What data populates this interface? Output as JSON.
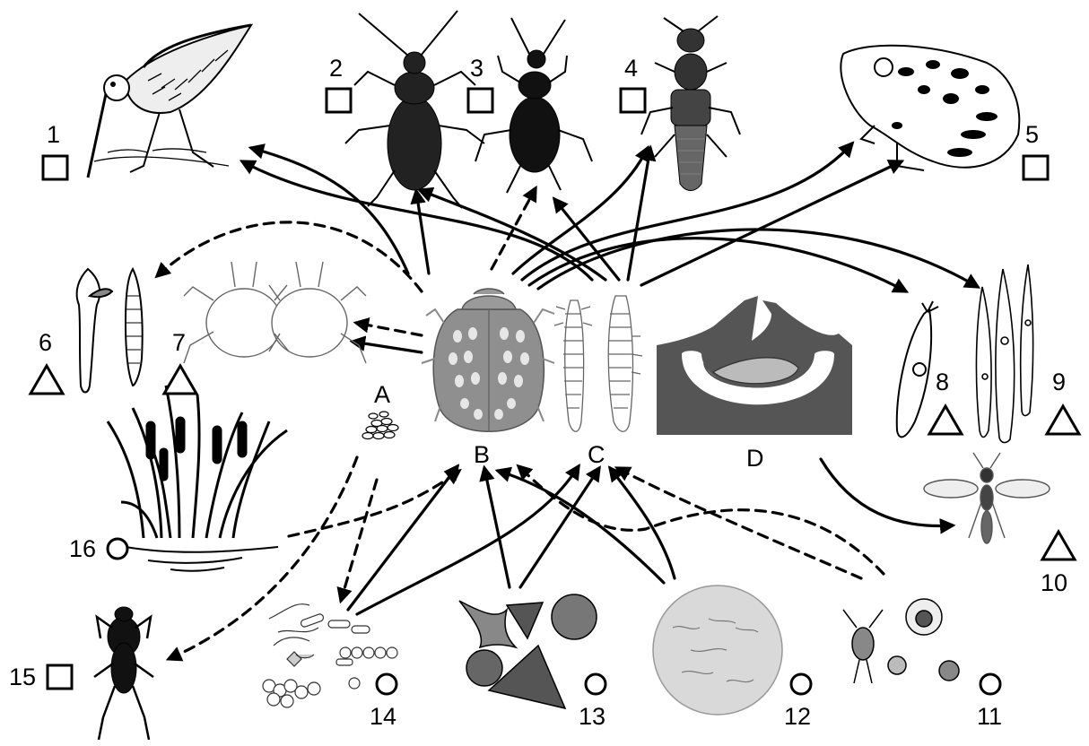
{
  "nodes": {
    "n1": {
      "label": "1",
      "symbol": "square",
      "depicts": "shorebird"
    },
    "n2": {
      "label": "2",
      "symbol": "square",
      "depicts": "ground-beetle"
    },
    "n3": {
      "label": "3",
      "symbol": "square",
      "depicts": "ground-beetle"
    },
    "n4": {
      "label": "4",
      "symbol": "square",
      "depicts": "rove-beetle"
    },
    "n5": {
      "label": "5",
      "symbol": "square",
      "depicts": "frog"
    },
    "n6": {
      "label": "6",
      "symbol": "triangle",
      "depicts": "gregarine"
    },
    "n7": {
      "label": "7",
      "symbol": "triangle",
      "depicts": "mite"
    },
    "n8": {
      "label": "8",
      "symbol": "triangle",
      "depicts": "gregarine"
    },
    "n9": {
      "label": "9",
      "symbol": "triangle",
      "depicts": "gregarines"
    },
    "n10": {
      "label": "10",
      "symbol": "triangle",
      "depicts": "parasitoid-wasp"
    },
    "n11": {
      "label": "11",
      "symbol": "circle",
      "depicts": "zooplankton"
    },
    "n12": {
      "label": "12",
      "symbol": "circle",
      "depicts": "biofilm"
    },
    "n13": {
      "label": "13",
      "symbol": "circle",
      "depicts": "diatoms"
    },
    "n14": {
      "label": "14",
      "symbol": "circle",
      "depicts": "bacteria-algae"
    },
    "n15": {
      "label": "15",
      "symbol": "square",
      "depicts": "water-bug"
    },
    "n16": {
      "label": "16",
      "symbol": "circle",
      "depicts": "cattails"
    }
  },
  "stages": {
    "A": {
      "label": "A",
      "depicts": "eggs"
    },
    "B": {
      "label": "B",
      "depicts": "adult-beetle"
    },
    "C": {
      "label": "C",
      "depicts": "larvae"
    },
    "D": {
      "label": "D",
      "depicts": "pupa-chamber"
    }
  },
  "links": [
    {
      "from": "B",
      "to": "1",
      "style": "solid"
    },
    {
      "from": "B",
      "to": "2",
      "style": "solid"
    },
    {
      "from": "B",
      "to": "3",
      "style": "dashed"
    },
    {
      "from": "B",
      "to": "4",
      "style": "solid"
    },
    {
      "from": "B",
      "to": "5",
      "style": "solid"
    },
    {
      "from": "B",
      "to": "6",
      "style": "dashed"
    },
    {
      "from": "B",
      "to": "7",
      "style": "dashed"
    },
    {
      "from": "B",
      "to": "7",
      "style": "solid"
    },
    {
      "from": "B",
      "to": "8",
      "style": "solid"
    },
    {
      "from": "B",
      "to": "9",
      "style": "solid"
    },
    {
      "from": "C",
      "to": "1",
      "style": "solid"
    },
    {
      "from": "C",
      "to": "2",
      "style": "solid"
    },
    {
      "from": "C",
      "to": "4",
      "style": "solid"
    },
    {
      "from": "C",
      "to": "5",
      "style": "solid"
    },
    {
      "from": "C",
      "to": "9",
      "style": "solid"
    },
    {
      "from": "D",
      "to": "10",
      "style": "solid"
    },
    {
      "from": "A",
      "to": "14",
      "style": "dashed"
    },
    {
      "from": "A",
      "to": "15",
      "style": "dashed"
    },
    {
      "from": "16",
      "to": "B",
      "style": "dashed"
    },
    {
      "from": "14",
      "to": "B",
      "style": "solid"
    },
    {
      "from": "14",
      "to": "C",
      "style": "solid"
    },
    {
      "from": "13",
      "to": "B",
      "style": "solid"
    },
    {
      "from": "13",
      "to": "C",
      "style": "solid"
    },
    {
      "from": "12",
      "to": "B",
      "style": "solid"
    },
    {
      "from": "12",
      "to": "C",
      "style": "solid"
    },
    {
      "from": "11",
      "to": "B",
      "style": "dashed"
    },
    {
      "from": "11",
      "to": "C",
      "style": "dashed"
    }
  ],
  "colors": {
    "ink": "#000000",
    "pupa_bg": "#555555",
    "beetle_body": "#8f8f8f",
    "beetle_spots": "#e6e6e6"
  }
}
